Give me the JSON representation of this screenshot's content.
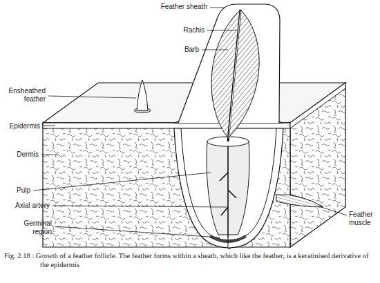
{
  "diagram": {
    "caption": "Fig. 2.18 : Growth of a feather follicle. The feather forms within a sheath, which like the feather, is a keratinised derivative of the epidermis",
    "labels": [
      "Feather sheath",
      "Rachis",
      "Barb",
      "Ensheathed feather",
      "Epidermis",
      "Dermis",
      "Pulp",
      "Axial artery",
      "Germinal region",
      "Feather muscle"
    ]
  }
}
